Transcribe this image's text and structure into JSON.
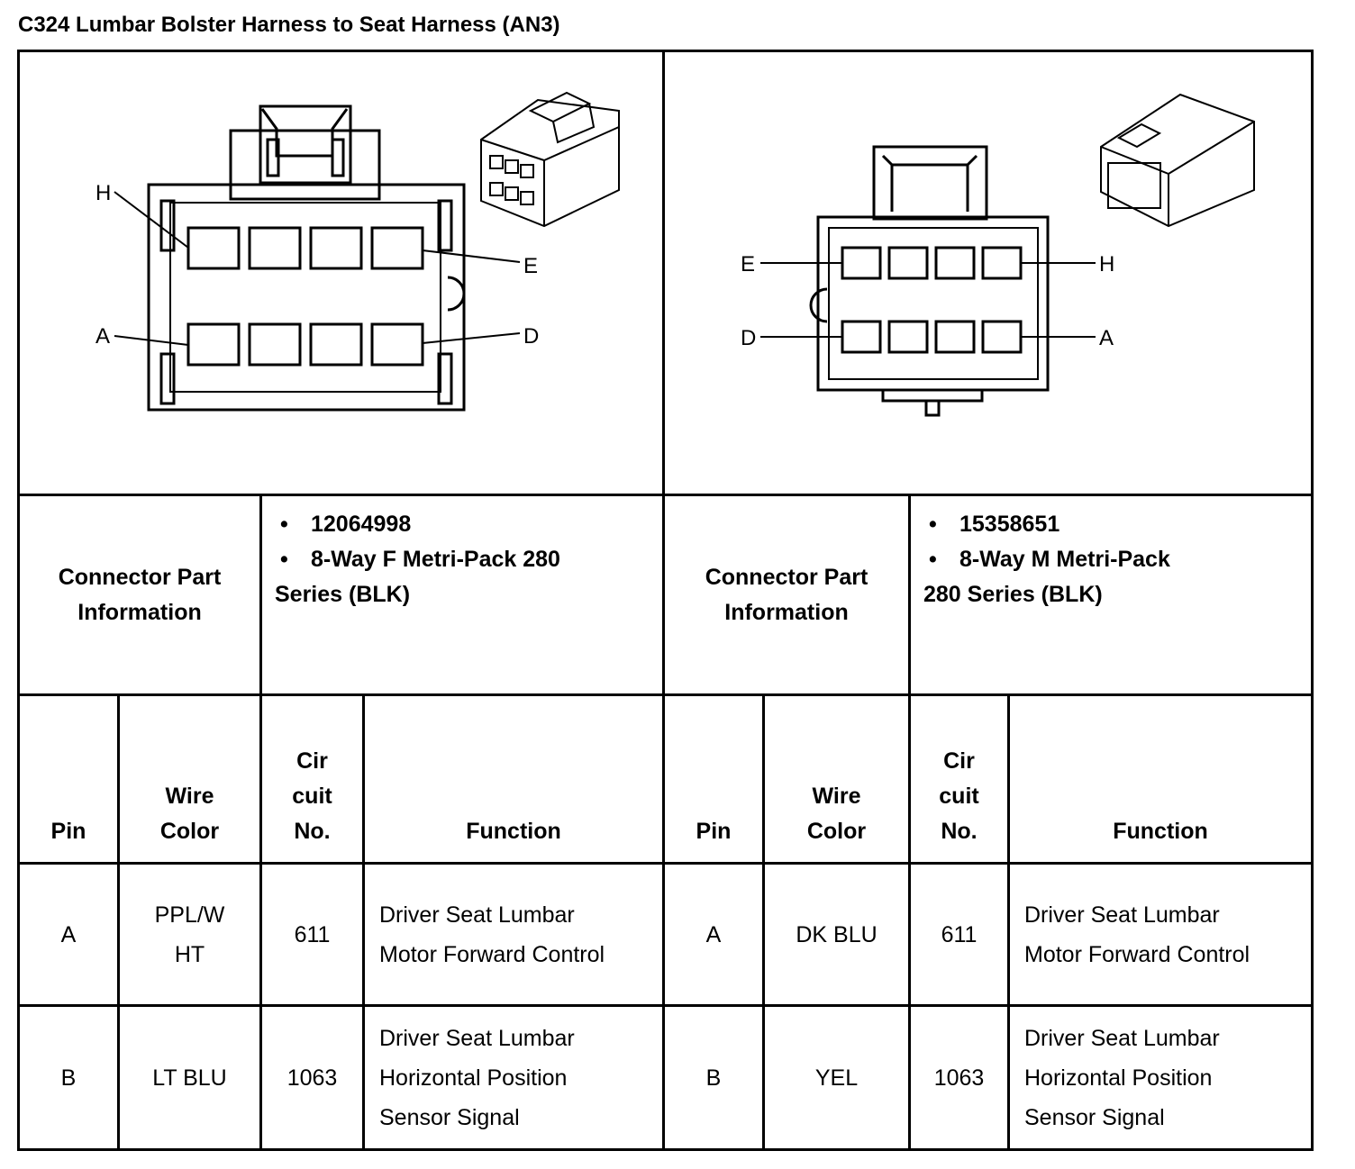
{
  "title": "C324 Lumbar Bolster Harness to Seat Harness (AN3)",
  "left": {
    "pins_top": {
      "left": "H",
      "right": "E"
    },
    "pins_bottom": {
      "left": "A",
      "right": "D"
    },
    "info_label_1": "Connector Part",
    "info_label_2": "Information",
    "bullet": "•",
    "part_number": "12064998",
    "desc_1": "8-Way F Metri-Pack 280",
    "desc_2": "Series (BLK)",
    "headers": {
      "pin": "Pin",
      "wire_1": "Wire",
      "wire_2": "Color",
      "cir_1": "Cir",
      "cir_2": "cuit",
      "cir_3": "No.",
      "function": "Function"
    },
    "rows": [
      {
        "pin": "A",
        "wire_1": "PPL/W",
        "wire_2": "HT",
        "circuit": "611",
        "func_1": "Driver Seat Lumbar",
        "func_2": "Motor Forward Control",
        "func_3": ""
      },
      {
        "pin": "B",
        "wire_1": "LT BLU",
        "wire_2": "",
        "circuit": "1063",
        "func_1": "Driver Seat Lumbar",
        "func_2": "Horizontal Position",
        "func_3": "Sensor Signal"
      }
    ]
  },
  "right": {
    "pins_top": {
      "left": "E",
      "right": "H"
    },
    "pins_bottom": {
      "left": "D",
      "right": "A"
    },
    "info_label_1": "Connector Part",
    "info_label_2": "Information",
    "bullet": "•",
    "part_number": "15358651",
    "desc_1": "8-Way M Metri-Pack",
    "desc_2": "280 Series (BLK)",
    "headers": {
      "pin": "Pin",
      "wire_1": "Wire",
      "wire_2": "Color",
      "cir_1": "Cir",
      "cir_2": "cuit",
      "cir_3": "No.",
      "function": "Function"
    },
    "rows": [
      {
        "pin": "A",
        "wire_1": "DK BLU",
        "wire_2": "",
        "circuit": "611",
        "func_1": "Driver Seat Lumbar",
        "func_2": "Motor Forward Control",
        "func_3": ""
      },
      {
        "pin": "B",
        "wire_1": "YEL",
        "wire_2": "",
        "circuit": "1063",
        "func_1": "Driver Seat Lumbar",
        "func_2": "Horizontal Position",
        "func_3": "Sensor Signal"
      }
    ]
  }
}
